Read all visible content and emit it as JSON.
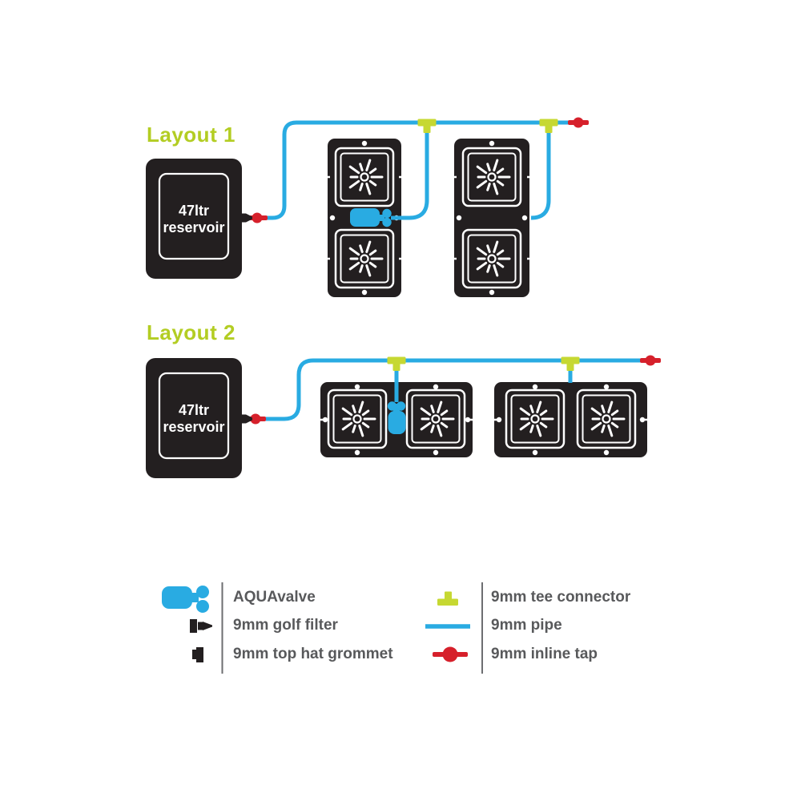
{
  "layout1": {
    "title": "Layout 1",
    "reservoir_line1": "47ltr",
    "reservoir_line2": "reservoir"
  },
  "layout2": {
    "title": "Layout 2",
    "reservoir_line1": "47ltr",
    "reservoir_line2": "reservoir"
  },
  "legend": {
    "left": [
      {
        "icon": "aquavalve-icon",
        "label": "AQUAvalve"
      },
      {
        "icon": "golf-filter-icon",
        "label": "9mm golf filter"
      },
      {
        "icon": "top-hat-grommet-icon",
        "label": "9mm top hat grommet"
      }
    ],
    "right": [
      {
        "icon": "tee-connector-icon",
        "label": "9mm tee connector"
      },
      {
        "icon": "pipe-icon",
        "label": "9mm pipe"
      },
      {
        "icon": "inline-tap-icon",
        "label": "9mm inline tap"
      }
    ]
  },
  "colors": {
    "pipe_blue": "#29abe2",
    "tap_red": "#d6202b",
    "tee_lime": "#c6d832",
    "title_lime": "#b3cd23",
    "tray_black": "#231f20",
    "legend_text_gray": "#58595b"
  }
}
